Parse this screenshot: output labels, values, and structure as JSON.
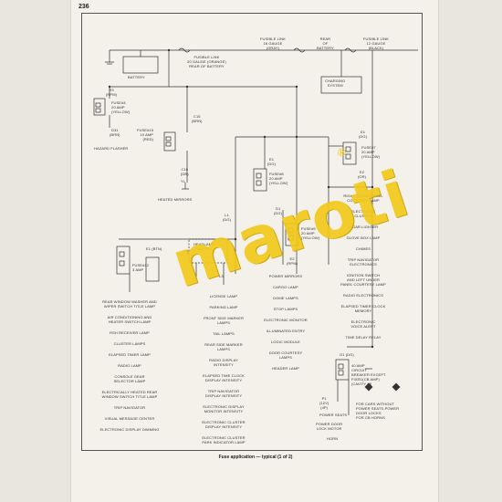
{
  "page_number": "236",
  "caption": "Fuse application — typical (1 of 2)",
  "watermark": "maroti",
  "watermark_symbol": "®",
  "colors": {
    "paper": "#f4f1ea",
    "ink": "#333333",
    "watermark": "#f2c91a"
  },
  "labels": {
    "battery": "BATTERY",
    "fusible_link_1": "FUSIBLE LINK\n20 GAUGE (ORANGE)\nREAR OF BATTERY",
    "fusible_link_2": "FUSIBLE LINK\n16 GAUGE\n(GRAY)",
    "rear_of_battery": "REAR\nOF\nBATTERY",
    "fusible_link_3": "FUSIBLE LINK\n12 GAUGE\n(BLACK)",
    "charging_system": "CHARGING\nSYSTEM",
    "fuse_20a_yellow_top": "FUSE#4\n20 AMP\n(YELLOW)",
    "wire_r3": "R3\n(RPM)",
    "wire_d31": "D31\n(BRN)",
    "hazard_flasher": "HAZARD FLASHER",
    "fuse_10a_red": "FUSE#15\n10 AMP\n(RED)",
    "wire_c15": "C15\n(BRN)",
    "wire_c16": "C16\n(DB)",
    "wire_yl": "YL",
    "heated_mirrors": "HEATED MIRRORS",
    "wire_e1_center": "E1\n(DG)",
    "fuse_e_20a_yellow": "FUSE#8\n20 AMP\n(YELLOW)",
    "fuse_right_20a": "FUSE#7\n20 AMP\n(YELLOW)",
    "wire_e1_right": "E1\n(DG)",
    "wire_e2_right": "E2\n(OR)",
    "fuse_mid_20a": "FUSE#9\n20 AMP\n(YELLOW)",
    "wire_g1": "G1\n(DG)",
    "wire_e2_mid": "E2\n(RPM)",
    "wire_l1": "L1\n(DG)",
    "headlamp_switch": "HEADLAMP\nSWITCH",
    "wire_e1_left": "E1 (BTN)",
    "fuse_left": "FUSE#12\n3 AMP",
    "wire_l3": "L3",
    "fuse_40a": "40 AMP\nCIRCUIT\nBREAKER EXCEPT\nFIXED(CB AMP)\n(CAVITY #8",
    "wire_g1_bottom": "G1 (DG)",
    "power_seats": "POWER SEATS",
    "power_door_lock_motor": "POWER DOOR\nLOCK MOTOR",
    "horn": "HORN",
    "wire_p1": "P1\n(12V)\n(4P)",
    "for_cars": "FOR CARS WITHOUT\nPOWER SEATS-POWER\nDOOR LOCKS\nFOR CB HORNS"
  },
  "right_column": [
    "RIGHT UNDER PANEL\nCOURTESY LAMP",
    "ELECTRONIC\nCLUSTER",
    "CIGAR LIGHTER",
    "GLOVE BOX LAMP",
    "CHIMES",
    "TRIP NAVIGATOR\nELECTRONICS",
    "IGNITION SWITCH\nAND LEFT UNDER\nPANEL COURTESY LAMP",
    "RADIO ELECTRONICS",
    "ELAPSED TIMER CLOCK\nMEMORY",
    "ELECTRONIC\nVOICE ALERT",
    "TIME DELAY RELAY"
  ],
  "mid_column": [
    "POWER MIRRORS",
    "CARGO LAMP",
    "DOME LAMPS",
    "STOP LAMPS",
    "ELECTRONIC MONITOR",
    "ILLUMINATED ENTRY",
    "LOGIC MODULE",
    "DOOR COURTESY\nLAMPS",
    "HEADER LAMP"
  ],
  "center_column": [
    "LICENSE LAMP",
    "PARKING LAMP",
    "FRONT SIDE MARKER\nLAMPS",
    "TAIL LAMPS",
    "REAR SIDE MARKER\nLAMPS",
    "RADIO DISPLAY\nINTENSITY",
    "ELAPSED TIME CLOCK\nDISPLAY INTENSITY",
    "TRIP NAVIGATOR\nDISPLAY INTENSITY",
    "ELECTRONIC DISPLAY\nMONITOR INTENSITY",
    "ELECTRONIC CLUSTER\nDISPLAY INTENSITY",
    "ELECTRONIC CLUSTER\nPARK INDICATOR LAMP"
  ],
  "left_column": [
    "REAR WINDOW WASHER AND\nWIPER SWITCH TITLE LAMP",
    "AIR CONDITIONING AND\nHEATER SWITCH LAMP",
    "RSH RECEIVER LAMP",
    "CLUSTER LAMPS",
    "ELAPSED TIMER LAMP",
    "RADIO LAMP",
    "CONSOLE GEAR\nSELECTOR LAMP",
    "ELECTRICALLY HEATED REAR\nWINDOW SWITCH TITLE LAMP",
    "TRIP NAVIGATOR",
    "VISUAL MESSAGE CENTER",
    "ELECTRONIC DISPLAY DIMMING"
  ]
}
